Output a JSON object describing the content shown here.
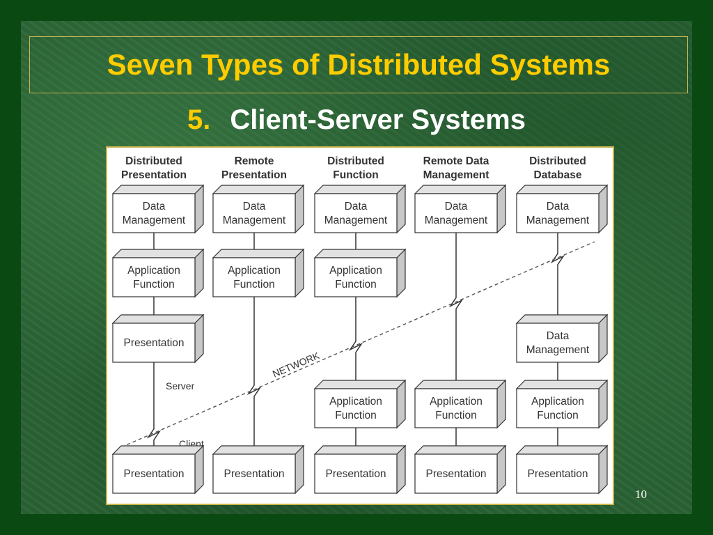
{
  "slide": {
    "title": "Seven Types of Distributed Systems",
    "subtitle_number": "5.",
    "subtitle_text": "Client-Server Systems",
    "page_number": "10"
  },
  "diagram": {
    "columns": [
      {
        "header": [
          "Distributed",
          "Presentation"
        ],
        "server_boxes": [
          [
            "Data",
            "Management"
          ],
          [
            "Application",
            "Function"
          ],
          [
            "Presentation"
          ]
        ],
        "client_boxes": [
          [
            "Presentation"
          ]
        ]
      },
      {
        "header": [
          "Remote",
          "Presentation"
        ],
        "server_boxes": [
          [
            "Data",
            "Management"
          ],
          [
            "Application",
            "Function"
          ]
        ],
        "client_boxes": [
          [
            "Presentation"
          ]
        ]
      },
      {
        "header": [
          "Distributed",
          "Function"
        ],
        "server_boxes": [
          [
            "Data",
            "Management"
          ],
          [
            "Application",
            "Function"
          ]
        ],
        "client_boxes": [
          [
            "Application",
            "Function"
          ],
          [
            "Presentation"
          ]
        ]
      },
      {
        "header": [
          "Remote Data",
          "Management"
        ],
        "server_boxes": [
          [
            "Data",
            "Management"
          ]
        ],
        "client_boxes": [
          [
            "Application",
            "Function"
          ],
          [
            "Presentation"
          ]
        ]
      },
      {
        "header": [
          "Distributed",
          "Database"
        ],
        "server_boxes": [
          [
            "Data",
            "Management"
          ]
        ],
        "client_boxes": [
          [
            "Data",
            "Management"
          ],
          [
            "Application",
            "Function"
          ],
          [
            "Presentation"
          ]
        ]
      }
    ],
    "network_label": "NETWORK",
    "server_label": "Server",
    "client_label": "Client"
  }
}
